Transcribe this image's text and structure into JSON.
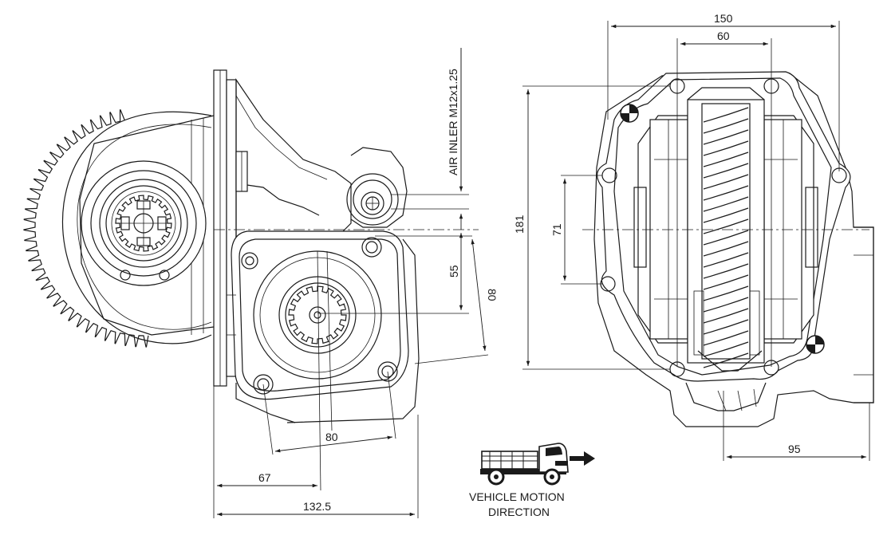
{
  "dimensions": {
    "width_150": "150",
    "width_60": "60",
    "height_181": "181",
    "height_71": "71",
    "offset_95": "95",
    "air_inlet": "AIR INLER M12x1.25",
    "offset_55": "55",
    "diag_80_vertical": "80",
    "horiz_80": "80",
    "offset_67": "67",
    "length_132_5": "132.5"
  },
  "legend": {
    "line1": "VEHICLE MOTION",
    "line2": "DIRECTION"
  }
}
